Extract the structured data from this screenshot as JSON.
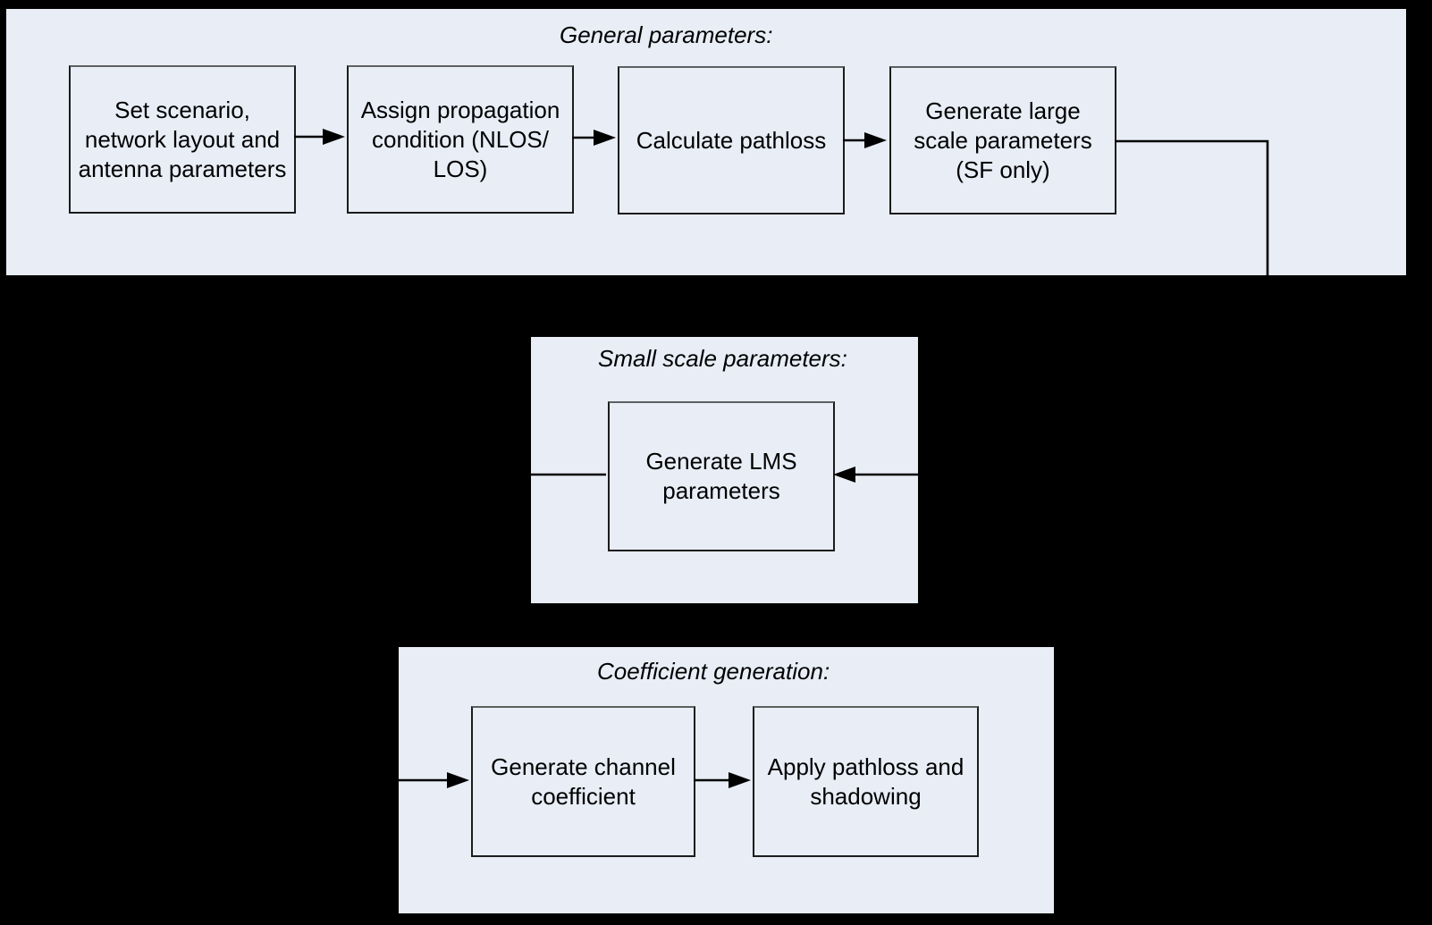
{
  "diagram": {
    "background_color": "#000000",
    "section_fill_color": "#e8edf6",
    "line_color": "#000000",
    "text_color": "#000000",
    "sections": [
      {
        "id": "general",
        "title": "General parameters:",
        "nodes": [
          {
            "id": "set-scenario",
            "label": "Set scenario,\nnetwork layout and\nantenna parameters"
          },
          {
            "id": "assign-propagation",
            "label": "Assign propagation\ncondition (NLOS/\nLOS)"
          },
          {
            "id": "calculate-pathloss",
            "label": "Calculate pathloss"
          },
          {
            "id": "generate-lsp",
            "label": "Generate large\nscale parameters\n(SF only)"
          }
        ]
      },
      {
        "id": "small-scale",
        "title": "Small scale parameters:",
        "nodes": [
          {
            "id": "generate-lms",
            "label": "Generate LMS\nparameters"
          }
        ]
      },
      {
        "id": "coefficient",
        "title": "Coefficient generation:",
        "nodes": [
          {
            "id": "generate-channel-coefficient",
            "label": "Generate channel\ncoefficient"
          },
          {
            "id": "apply-pathloss-shadowing",
            "label": "Apply pathloss and\nshadowing"
          }
        ]
      }
    ],
    "edges": [
      {
        "from": "set-scenario",
        "to": "assign-propagation"
      },
      {
        "from": "assign-propagation",
        "to": "calculate-pathloss"
      },
      {
        "from": "calculate-pathloss",
        "to": "generate-lsp"
      },
      {
        "from": "generate-lsp",
        "to": "generate-lms"
      },
      {
        "from": "generate-lms",
        "to": "generate-channel-coefficient"
      },
      {
        "from": "generate-channel-coefficient",
        "to": "apply-pathloss-shadowing"
      }
    ]
  }
}
